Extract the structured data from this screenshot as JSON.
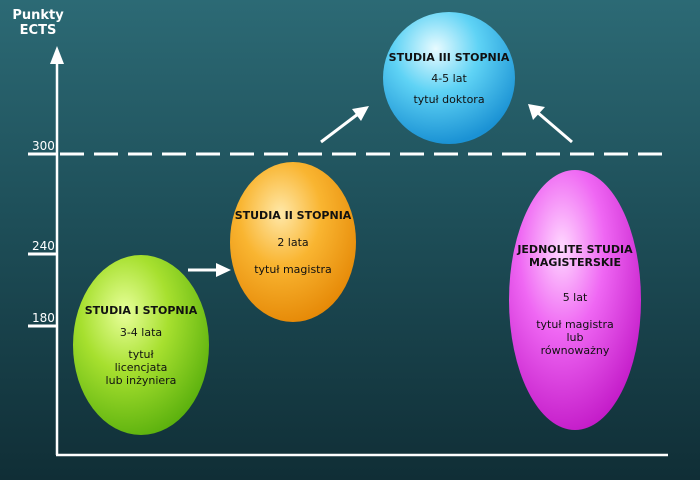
{
  "axis_title": [
    "Punkty",
    "ECTS"
  ],
  "ticks": [
    {
      "label": "300"
    },
    {
      "label": "240"
    },
    {
      "label": "180"
    }
  ],
  "stages": [
    {
      "title": "STUDIA I STOPNIA",
      "duration": "3-4 lata",
      "degree": [
        "tytuł",
        "licencjata",
        "lub inżyniera"
      ],
      "color": "#8fd321"
    },
    {
      "title": "STUDIA II STOPNIA",
      "duration": "2 lata",
      "degree": [
        "tytuł magistra"
      ],
      "color": "#f7a51c"
    },
    {
      "title": "STUDIA III STOPNIA",
      "duration": "4-5 lat",
      "degree": [
        "tytuł doktora"
      ],
      "color": "#34bde8"
    },
    {
      "title": [
        "JEDNOLITE STUDIA",
        "MAGISTERSKIE"
      ],
      "duration": "5 lat",
      "degree": [
        "tytuł magistra",
        "lub",
        "równoważny"
      ],
      "color": "#e33ee8"
    }
  ]
}
